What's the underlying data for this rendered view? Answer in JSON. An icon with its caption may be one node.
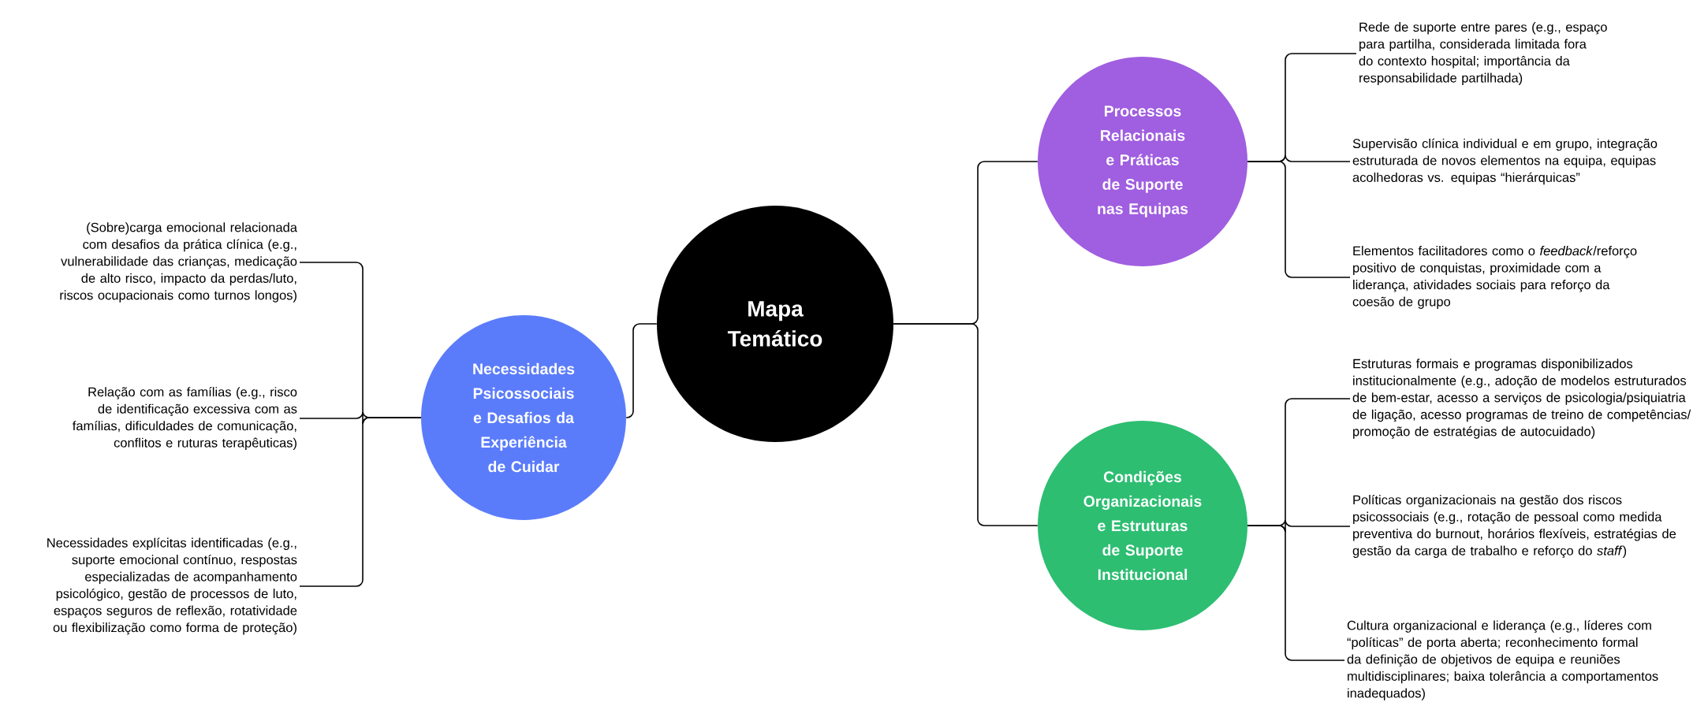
{
  "diagram": {
    "nodes": [
      {
        "text": [
          "Mapa Temático"
        ]
      },
      {
        "text": [
          "Necessidades Psicossociais e Desafios da Experiência de Cuidar"
        ]
      },
      {
        "text": [
          "(Sobre)carga emocional relacionada com desafios da prática clínica (e.g., vulnerabilidade das crianças, medicação de alto risco, impacto da perdas/luto, riscos ocupacionais como turnos longos)"
        ]
      },
      {
        "text": [
          "Relação com as famílias (e.g., risco de identificação excessiva com as famílias, dificuldades de comunicação, conflitos e ruturas terapêuticas)"
        ]
      },
      {
        "text": [
          "Necessidades explícitas identificadas (e.g., suporte emocional contínuo, respostas especializadas de acompanhamento psicológico, gestão de processos de luto, espaços seguros de reflexão, rotatividade ou flexibilização como forma de proteção)"
        ]
      },
      {
        "text": [
          "Processos Relacionais e Práticas de Suporte nas Equipas"
        ]
      },
      {
        "text": [
          "Rede de suporte entre pares (e.g., espaço para partilha, considerada limitada fora do contexto hospital; importância da responsabilidade partilhada)"
        ]
      },
      {
        "text": [
          "Supervisão clínica individual e em grupo, integração estruturada de novos elementos na equipa, equipas acolhedoras vs. equipas “hierárquicas”"
        ]
      },
      {
        "text": [
          "Elementos facilitadores como o *feedback*/reforço positivo de conquistas, proximidade com a liderança, atividades sociais para reforço da coesão de grupo"
        ]
      },
      {
        "text": [
          "Condições Organizacionais e Estruturas de Suporte Institucional"
        ]
      },
      {
        "text": [
          "Estruturas formais e programas disponibilizados institucionalmente (e.g., adoção de modelos estruturados de bem-estar, acesso a serviços de psicologia/psiquiatria de ligação, acesso programas de treino de competências/ promoção de estratégias de autocuidado)"
        ]
      },
      {
        "text": [
          "Políticas organizacionais na gestão dos riscos psicossociais (e.g., rotação de pessoal como medida preventiva do burnout, horários flexíveis, estratégias de gestão da carga de trabalho e reforço do *staff*)"
        ]
      },
      {
        "text": [
          "Cultura organizacional e liderança (e.g., líderes com “políticas” de porta aberta; reconhecimento formal da definição de objetivos de equipa e reuniões multidisciplinares; baixa tolerância a comportamentos inadequados)"
        ]
      }
    ],
    "edges": [
      {
        "from": 0,
        "to": 1,
        "arrow": "none"
      },
      {
        "from": 1,
        "to": 2,
        "arrow": "none"
      },
      {
        "from": 1,
        "to": 3,
        "arrow": "none"
      },
      {
        "from": 1,
        "to": 4,
        "arrow": "none"
      },
      {
        "from": 0,
        "to": 5,
        "arrow": "none"
      },
      {
        "from": 5,
        "to": 6,
        "arrow": "none"
      },
      {
        "from": 5,
        "to": 7,
        "arrow": "none"
      },
      {
        "from": 5,
        "to": 8,
        "arrow": "none"
      },
      {
        "from": 0,
        "to": 9,
        "arrow": "none"
      },
      {
        "from": 9,
        "to": 10,
        "arrow": "none"
      },
      {
        "from": 9,
        "to": 11,
        "arrow": "none"
      },
      {
        "from": 9,
        "to": 12,
        "arrow": "none"
      }
    ]
  }
}
